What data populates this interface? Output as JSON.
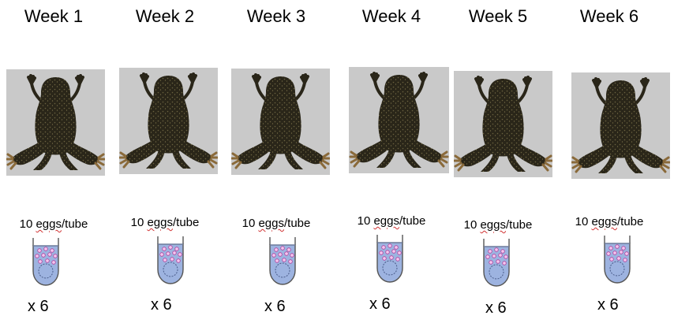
{
  "weeks": [
    {
      "label": "Week 1",
      "eggs_word": "eggs",
      "eggs_pre": "10 ",
      "eggs_post": "/tube",
      "count": "x 6"
    },
    {
      "label": "Week 2",
      "eggs_word": "eggs",
      "eggs_pre": "10 ",
      "eggs_post": "/tube",
      "count": "x 6"
    },
    {
      "label": "Week 3",
      "eggs_word": "eggs",
      "eggs_pre": "10 ",
      "eggs_post": "/tube",
      "count": "x 6"
    },
    {
      "label": "Week 4",
      "eggs_word": "eggs",
      "eggs_pre": "10 ",
      "eggs_post": "/tube",
      "count": "x 6"
    },
    {
      "label": "Week 5",
      "eggs_word": "eggs",
      "eggs_pre": "10 ",
      "eggs_post": "/tube",
      "count": "x 6"
    },
    {
      "label": "Week 6",
      "eggs_word": "eggs",
      "eggs_pre": "10 ",
      "eggs_post": "/tube",
      "count": "x 6"
    }
  ],
  "colors": {
    "frog_background": "#c9c9c9",
    "frog_body": "#2a2619",
    "tube_liquid": "#9db3e0",
    "egg_fill": "#f4c6ee",
    "egg_outline": "#b0409c"
  },
  "icons": {
    "frog": "frog-photo",
    "tube": "test-tube-icon"
  }
}
